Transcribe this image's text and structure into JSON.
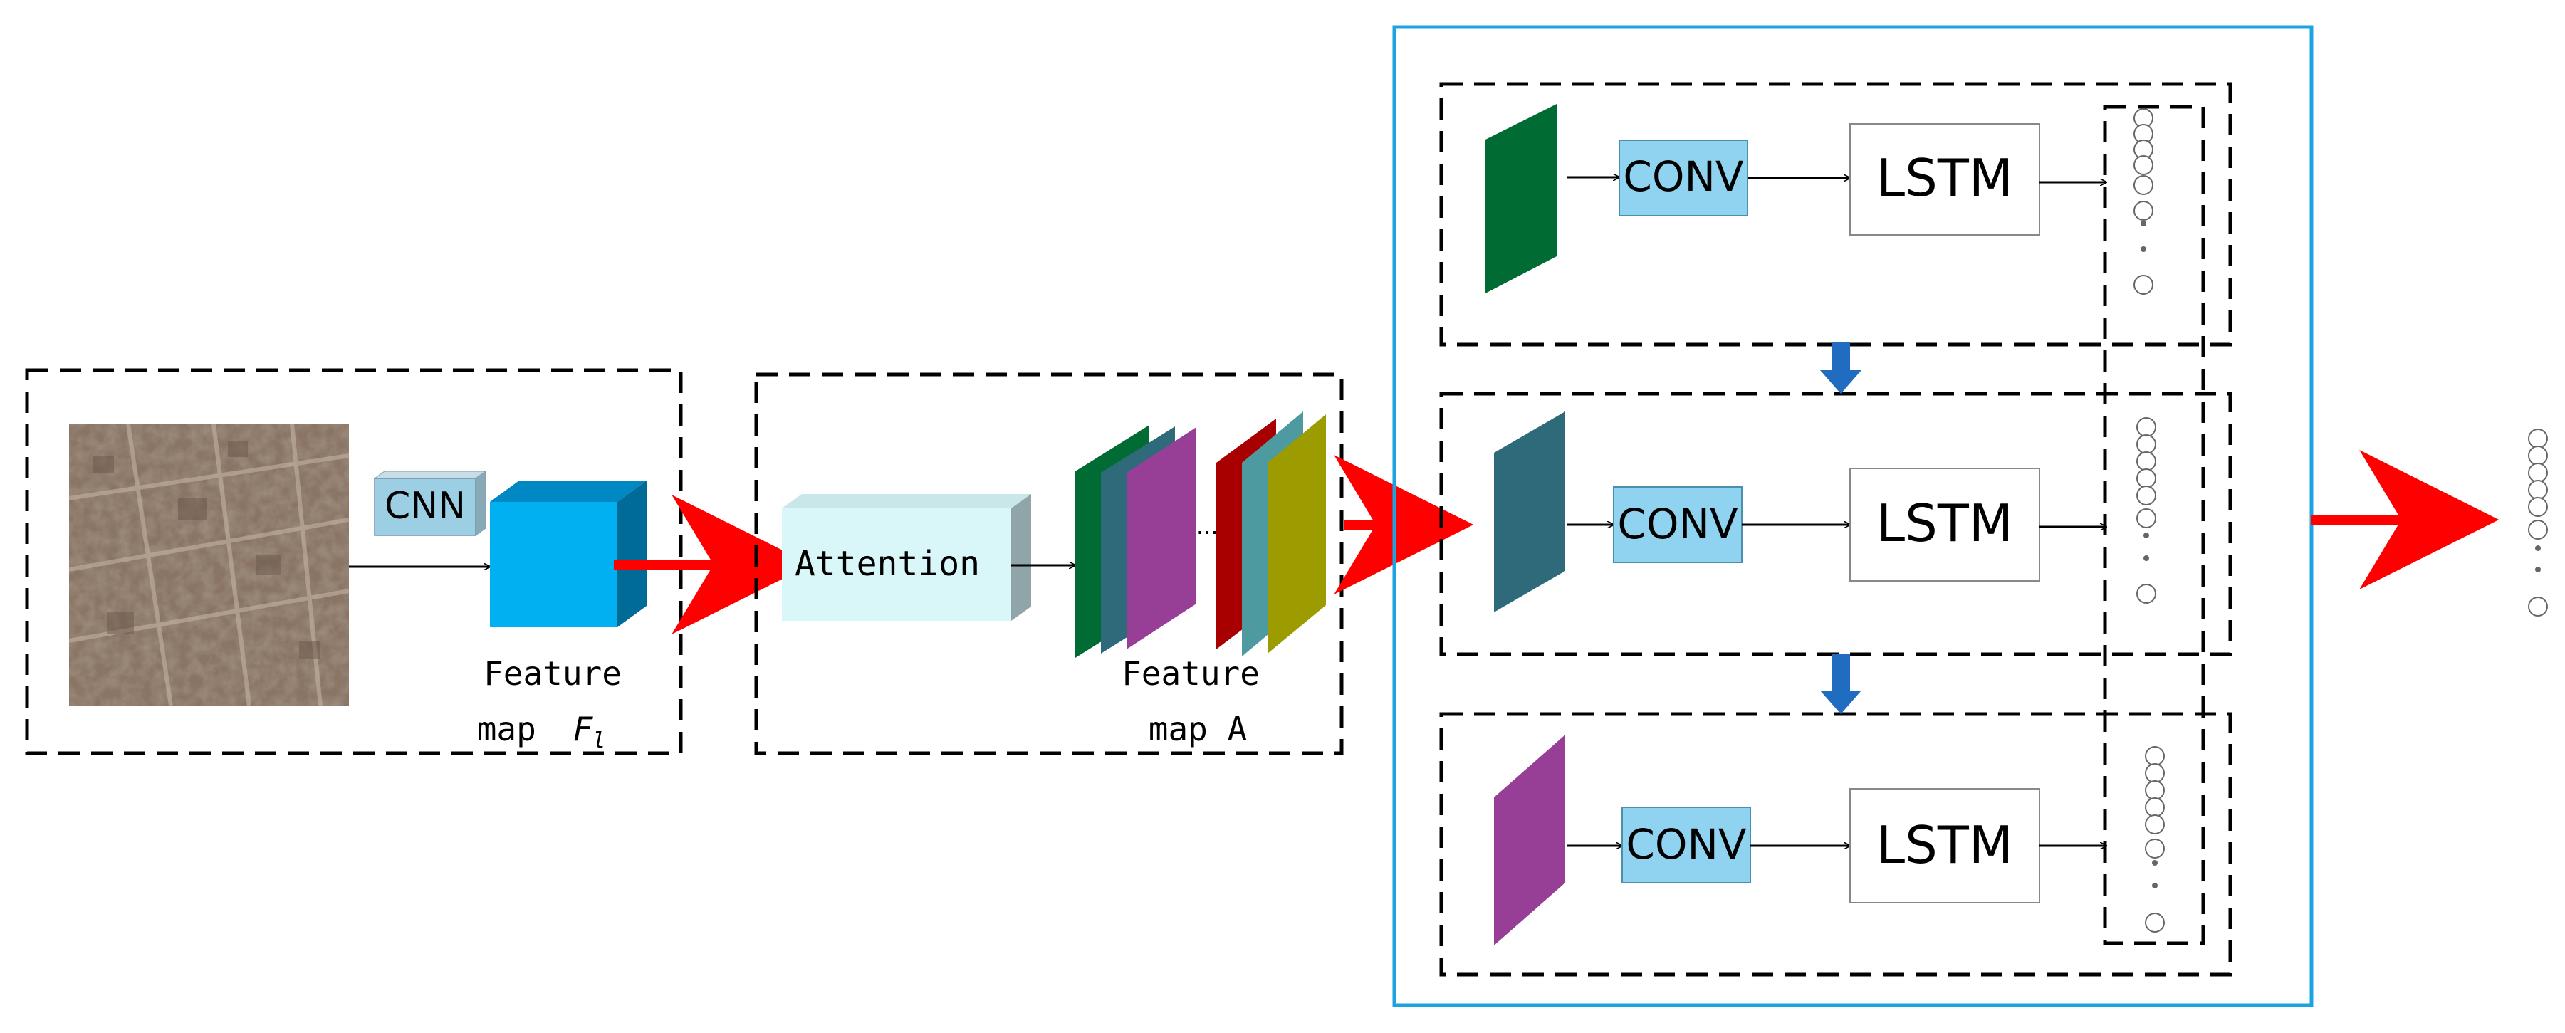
{
  "labels": {
    "cnn": "CNN",
    "attention": "Attention",
    "feature_map_f_line1": "Feature",
    "feature_map_f_line2": "map",
    "feature_map_f_symbol": "F",
    "feature_map_f_sub": "l",
    "feature_map_a_line1": "Feature",
    "feature_map_a_line2": "map A",
    "ellipsis": "...",
    "conv": "CONV",
    "lstm": "LSTM"
  },
  "colors": {
    "dashed_border": "#000000",
    "blue_border": "#1ca3e0",
    "red_arrow": "#ff0000",
    "down_arrow": "#1f6cc0",
    "cube_front": "#00b0f0",
    "cube_side": "#006b96",
    "cube_top": "#0088c4",
    "cnn_box": "#9ccfe4",
    "attention_front": "#d9f6f9",
    "attention_side": "#8fa5a8",
    "conv_box": "#8fd3f0",
    "map_green": "#006b32",
    "map_teal": "#2e6a7a",
    "map_purple": "#973e97",
    "map_red": "#a80000",
    "map_cyan": "#4d9ba1",
    "map_olive": "#9c9c00"
  },
  "stages": [
    {
      "name": "stage-1",
      "map_color": "#006b32"
    },
    {
      "name": "stage-2",
      "map_color": "#2e6a7a"
    },
    {
      "name": "stage-3",
      "map_color": "#973e97"
    }
  ]
}
